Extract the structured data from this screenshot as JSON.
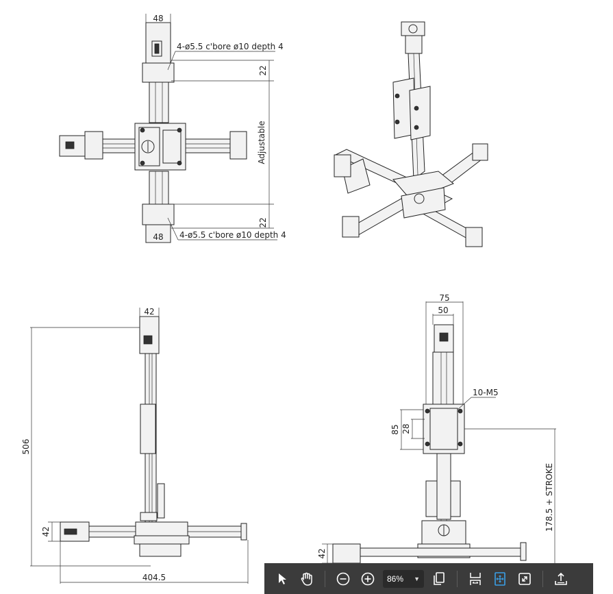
{
  "drawing": {
    "top_view": {
      "dim_top_width": "48",
      "note_top": "4-ø5.5 c'bore ø10 depth 4",
      "dim_top_offset": "22",
      "dim_adjustable": "Adjustable",
      "dim_bottom_offset": "22",
      "dim_bottom_width": "48",
      "note_bottom": "4-ø5.5 c'bore ø10 depth 4"
    },
    "side_view": {
      "dim_top_width": "42",
      "dim_height": "506",
      "dim_base_height": "42",
      "dim_base_length": "404.5"
    },
    "front_view": {
      "dim_outer_width": "75",
      "dim_inner_width": "50",
      "note_threads": "10-M5",
      "dim_carriage_height": "85",
      "dim_hole_pitch": "28",
      "dim_stroke": "178.5 + STROKE",
      "dim_base_height": "42"
    }
  },
  "toolbar": {
    "zoom_value": "86%",
    "tools": [
      "select-tool",
      "pan-tool",
      "zoom-out",
      "zoom-in",
      "page-view",
      "fit-width",
      "fit-page",
      "fullscreen",
      "share"
    ],
    "accent_color": "#3aa0e8"
  }
}
